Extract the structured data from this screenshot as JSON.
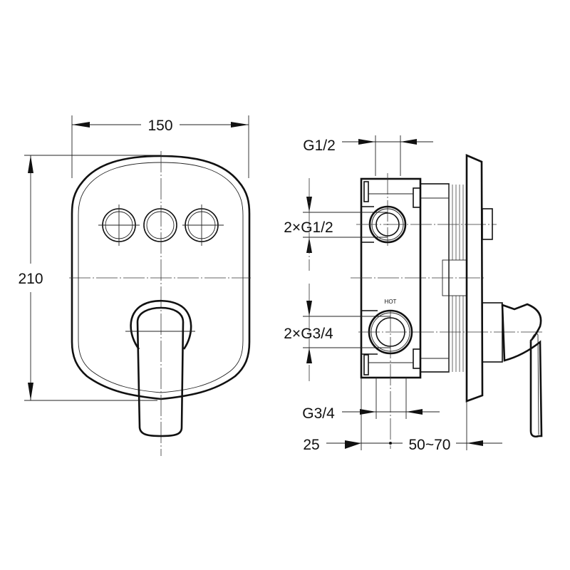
{
  "front_view": {
    "width_dim": "150",
    "height_dim": "210"
  },
  "side_view": {
    "top_outlet": "G1/2",
    "upper_inlets": "2×G1/2",
    "lower_inlets": "2×G3/4",
    "hot_label": "HOT",
    "bottom_outlet": "G3/4",
    "depth_min": "25",
    "depth_range": "50~70"
  }
}
